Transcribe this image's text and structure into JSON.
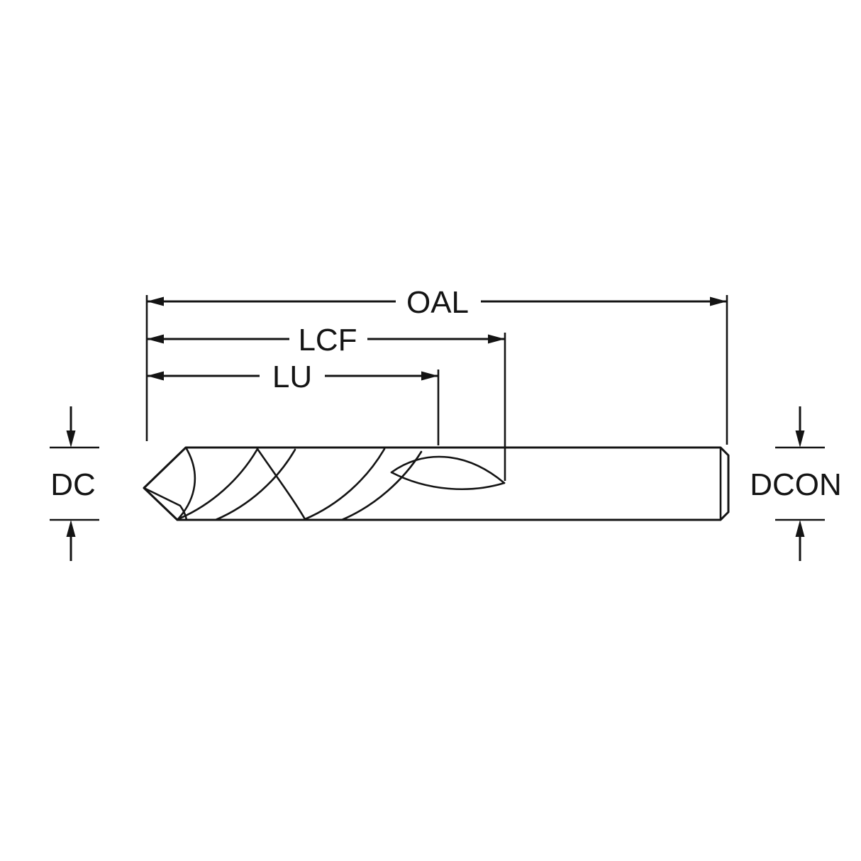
{
  "diagram": {
    "type": "technical-dimension-drawing",
    "subject": "twist-drill-side-view",
    "colors": {
      "line": "#141414",
      "background": "#ffffff"
    },
    "labels": {
      "oal": "OAL",
      "lcf": "LCF",
      "lu": "LU",
      "dc": "DC",
      "dcon": "DCON"
    }
  }
}
